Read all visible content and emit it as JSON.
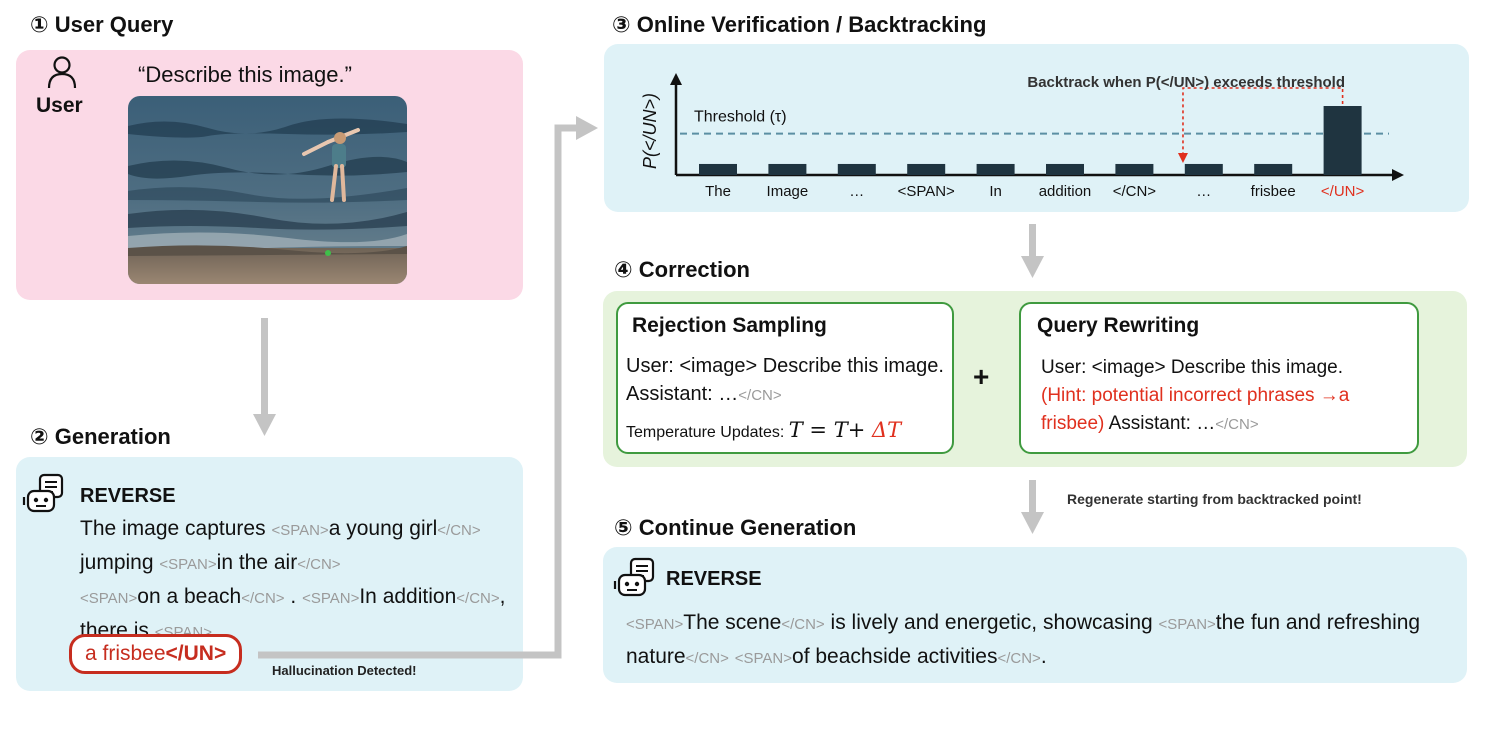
{
  "sections": {
    "s1": "① User Query",
    "s2": "② Generation",
    "s3": "③ Online Verification / Backtracking",
    "s4": "④ Correction",
    "s5": "⑤ Continue Generation"
  },
  "user_query": {
    "user_label": "User",
    "quote": "“Describe this image.”"
  },
  "generation": {
    "model_name": "REVERSE",
    "t1": "The image captures ",
    "span": "<SPAN>",
    "cn": "</CN>",
    "t2": "a young girl",
    "t3": " jumping ",
    "t4": "in the air",
    "t5": "on a beach",
    "t6": " . ",
    "t7": "In addition",
    "t8": ", there is ",
    "hallucinated_phrase": "a frisbee ",
    "un_token": "</UN>",
    "detected_label": "Hallucination Detected!"
  },
  "verification": {
    "ylabel": "P(</UN>)",
    "threshold_label": "Threshold (τ)",
    "backtrack_label": "Backtrack when P(</UN>) exceeds threshold"
  },
  "chart_data": {
    "type": "bar",
    "categories": [
      "The",
      "Image",
      "…",
      "<SPAN>",
      "In",
      "addition",
      "</CN>",
      "…",
      "frisbee",
      "</UN>"
    ],
    "values": [
      0.12,
      0.12,
      0.12,
      0.12,
      0.12,
      0.12,
      0.12,
      0.12,
      0.12,
      0.75
    ],
    "threshold": 0.45,
    "highlight_category": "</UN>",
    "ylabel": "P(</UN>)",
    "colors": {
      "bar": "#1f3440",
      "threshold": "#5b8fa3",
      "highlight_text": "#e0301e",
      "arrow": "#e0301e"
    }
  },
  "correction": {
    "rs_title": "Rejection Sampling",
    "rs_line1": "User: <image> Describe this image. Assistant: …",
    "rs_cn": "</CN>",
    "rs_temp_label": "Temperature Updates: ",
    "rs_formula_base": "T = T+ ",
    "rs_formula_delta": "ΔT",
    "plus": "+",
    "qr_title": "Query Rewriting",
    "qr_line1": "User: <image> Describe this image.",
    "qr_hint": "(Hint: potential incorrect phrases →a frisbee)",
    "qr_line2": " Assistant: …",
    "qr_cn": "</CN>"
  },
  "regenerate_label": "Regenerate starting from backtracked point!",
  "continue": {
    "model_name": "REVERSE",
    "span": "<SPAN>",
    "cn": "</CN>",
    "c1": "The scene",
    "c2": " is lively and energetic, showcasing ",
    "c3": "the fun and refreshing nature",
    "c4": "of beachside activities",
    "c5": "."
  },
  "colors": {
    "pink_panel": "#fbd9e6",
    "blue_panel": "#dff2f7",
    "green_panel": "#e6f3dc",
    "green_border": "#3f9a3f",
    "red": "#e0301e",
    "arrow_gray": "#c4c4c4"
  },
  "icons": [
    "user-icon",
    "robot-icon",
    "beach-photo"
  ]
}
